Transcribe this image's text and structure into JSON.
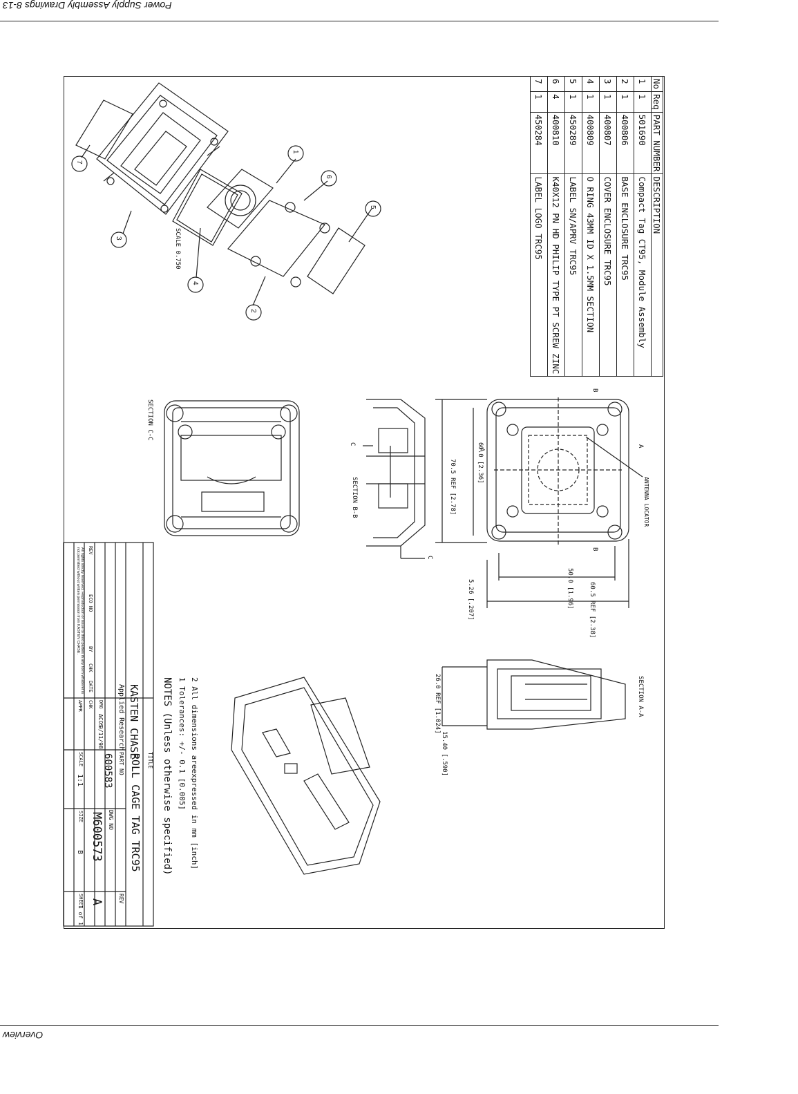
{
  "page": {
    "header": "Power Supply Assembly Drawings 8-13",
    "footer": "Overview"
  },
  "parts_table": {
    "headers": [
      "No",
      "Req",
      "PART NUMBER",
      "DESCRIPTION"
    ],
    "rows": [
      [
        "1",
        "1",
        "501690",
        "Compact Tag CT95, Module Assembly"
      ],
      [
        "2",
        "1",
        "400806",
        "BASE ENCLOSURE TRC95"
      ],
      [
        "3",
        "1",
        "400807",
        "COVER ENCLOSURE TRC95"
      ],
      [
        "4",
        "1",
        "400809",
        "O RING 43MM ID X 1.5MM SECTION"
      ],
      [
        "5",
        "1",
        "450289",
        "LABEL SN/APRV TRC95"
      ],
      [
        "6",
        "4",
        "400810",
        "K40X12 PN HD PHILIP TYPE PT SCREW ZINC"
      ],
      [
        "7",
        "1",
        "450284",
        "LABEL LOGO TRC95"
      ]
    ]
  },
  "exploded_view": {
    "scale_label": "SCALE 0.750",
    "balloons": [
      "1",
      "6",
      "5",
      "2",
      "4",
      "3",
      "7"
    ]
  },
  "views": {
    "section_cc": "SECTION C-C",
    "section_bb": "SECTION B-B",
    "section_aa": "SECTION A-A",
    "antenna_label": "ANTENNA LOCATOR",
    "marks": {
      "a": "A",
      "b": "B",
      "c": "C"
    }
  },
  "dimensions": {
    "d1": "60.0 [2.36]",
    "d2": "70.5 REF [2.78]",
    "d3": "50.0 [1.96]",
    "d4": "60.5 REF [2.38]",
    "d5": "5.26 [.207]",
    "d6": "26.0 REF [1.024]",
    "d7": "15.40 [.590]"
  },
  "notes": {
    "heading": "NOTES (Unless otherwise specified)",
    "lines": [
      "1 Tolerances: +/- 0.1 [0.005]",
      "2 All dimensions areexpressed in mm [inch]"
    ]
  },
  "title_block": {
    "company": "KASTEN CHASE",
    "division": "Applied Research",
    "title_label": "TITLE",
    "title": "ROLL CAGE TAG TRC95",
    "part_no_label": "PART NO",
    "part_no": "600583",
    "dwg_no_label": "DWG NO",
    "dwg_no": "M600573",
    "rev_label": "REV",
    "rev": "A",
    "scale_label": "SCALE",
    "scale": "1:1",
    "size_label": "SIZE",
    "size": "B",
    "sheet_label": "SHEET",
    "sheet": "1 of 1",
    "drn_label": "DRG",
    "drn_by": "ACOS",
    "drn_date": "9/11/98",
    "chk_label": "CHK",
    "appr_label": "APPR",
    "rev_table_headers": [
      "REV",
      "ECO NO",
      "BY",
      "CHK",
      "DATE"
    ],
    "copyright": "All rights strictly reserved. Reproduction or issue to third parties in any form whatever is not permitted without written permission from KASTEN CHASE."
  }
}
